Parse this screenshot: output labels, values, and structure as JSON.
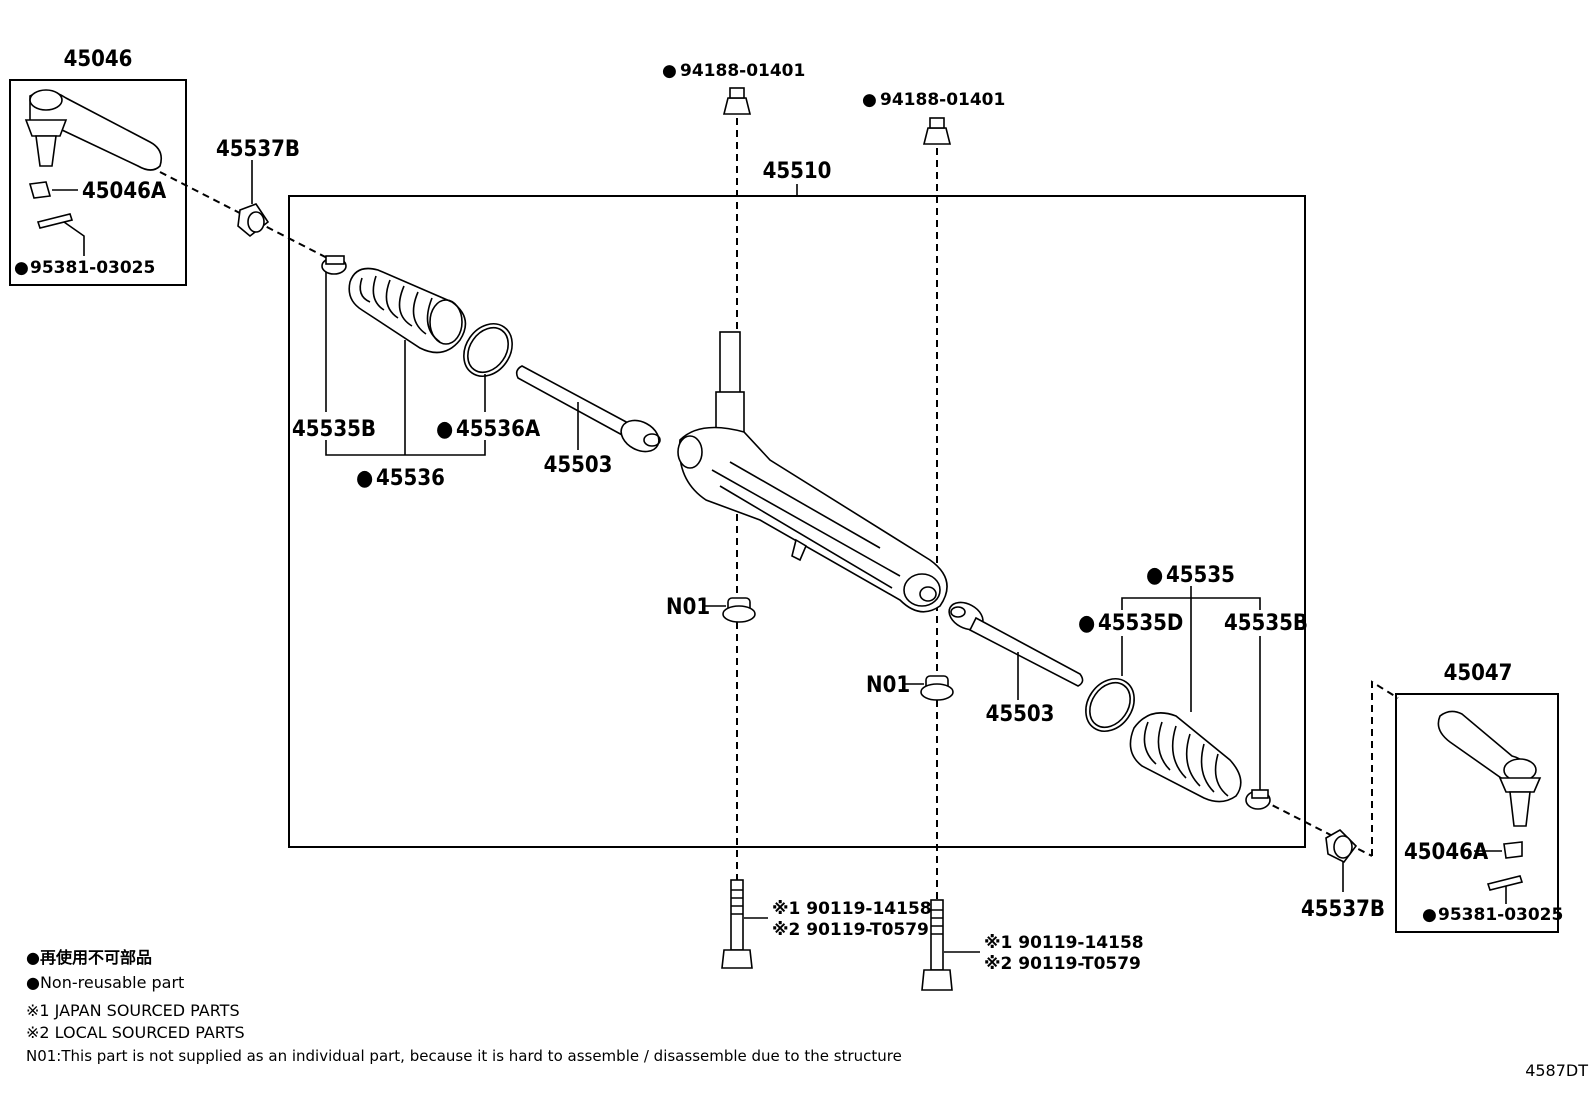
{
  "parts": {
    "tie_rod_end_lh": "45046",
    "tie_rod_end_rh": "45047",
    "nut_45046a_lh": "45046A",
    "nut_45046a_rh": "45046A",
    "cotter_pin_lh": "95381-03025",
    "cotter_pin_rh": "95381-03025",
    "lock_nut_lh": "45537B",
    "lock_nut_rh": "45537B",
    "gear_assembly": "45510",
    "nut_top_left": "94188-01401",
    "nut_top_right": "94188-01401",
    "clamp_left": "45535B",
    "clip_left": "45536A",
    "boot_left": "45536",
    "tie_rod_left": "45503",
    "tie_rod_right": "45503",
    "bushing_left": "N01",
    "bushing_right": "N01",
    "boot_right": "45535",
    "clip_right": "45535D",
    "clamp_right": "45535B",
    "bolt_left_ref1": "※1 90119-14158",
    "bolt_left_ref2": "※2 90119-T0579",
    "bolt_right_ref1": "※1 90119-14158",
    "bolt_right_ref2": "※2 90119-T0579"
  },
  "legend": {
    "non_reusable_jp": "●再使用不可部品",
    "non_reusable_en": "●Non-reusable part",
    "japan_sourced": "※1 JAPAN SOURCED PARTS",
    "local_sourced": "※2 LOCAL SOURCED PARTS",
    "n01_note": "N01:This part is not supplied as an individual part, because it is hard to assemble / disassemble due to the structure"
  },
  "illustration_code": "4587DT",
  "non_reusable_marker": "●"
}
